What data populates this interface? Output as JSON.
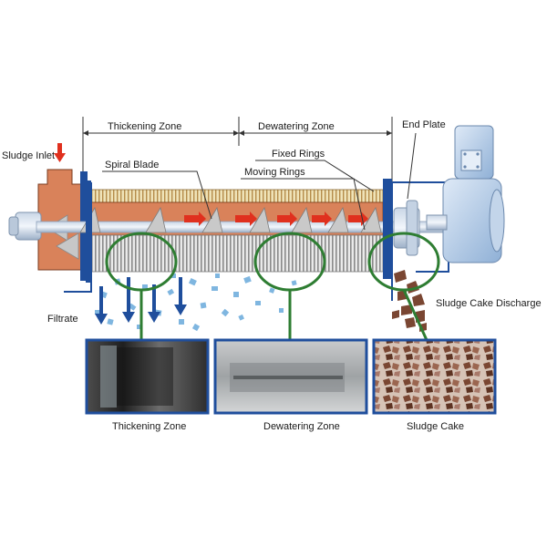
{
  "labels": {
    "sludge_inlet": "Sludge Inlet",
    "thickening_zone": "Thickening Zone",
    "dewatering_zone": "Dewatering Zone",
    "end_plate": "End Plate",
    "spiral_blade": "Spiral Blade",
    "fixed_rings": "Fixed Rings",
    "moving_rings": "Moving Rings",
    "filtrate": "Filtrate",
    "sludge_cake_discharge": "Sludge Cake Discharge"
  },
  "photos": [
    {
      "caption": "Thickening Zone"
    },
    {
      "caption": "Dewatering Zone"
    },
    {
      "caption": "Sludge Cake"
    }
  ],
  "colors": {
    "frame_blue": "#1f4e9c",
    "circle_green": "#2e7d32",
    "flow_arrow_red": "#e0301e",
    "chamber_orange": "#d9825a",
    "motor_blue": "#a9c6e6",
    "filtrate_blue": "#7fb6e0",
    "cake_brown": "#7a4632"
  },
  "icons": [
    "down-arrow-icon",
    "right-arrow-icon",
    "motor-icon"
  ]
}
